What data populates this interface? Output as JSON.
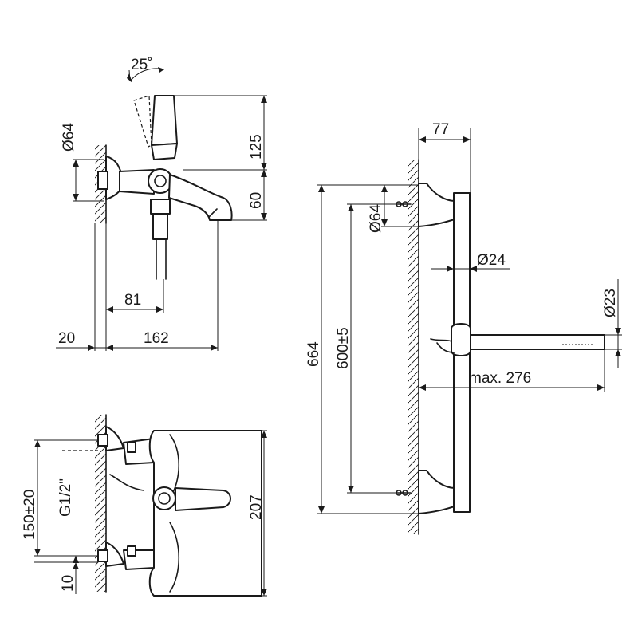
{
  "labels": {
    "angle_25": "25˚",
    "dia_64_side": "Ø64",
    "dim_125": "125",
    "dim_60": "60",
    "dim_81": "81",
    "dim_20": "20",
    "dim_162": "162",
    "dim_77": "77",
    "dia_64_rail": "Ø64",
    "dim_664": "664",
    "dim_600": "600±5",
    "dia_24": "Ø24",
    "dia_23": "Ø23",
    "max_276": "max. 276",
    "dim_150": "150±20",
    "thread_g12": "G1/2\"",
    "dim_10": "10",
    "dim_207": "207"
  }
}
